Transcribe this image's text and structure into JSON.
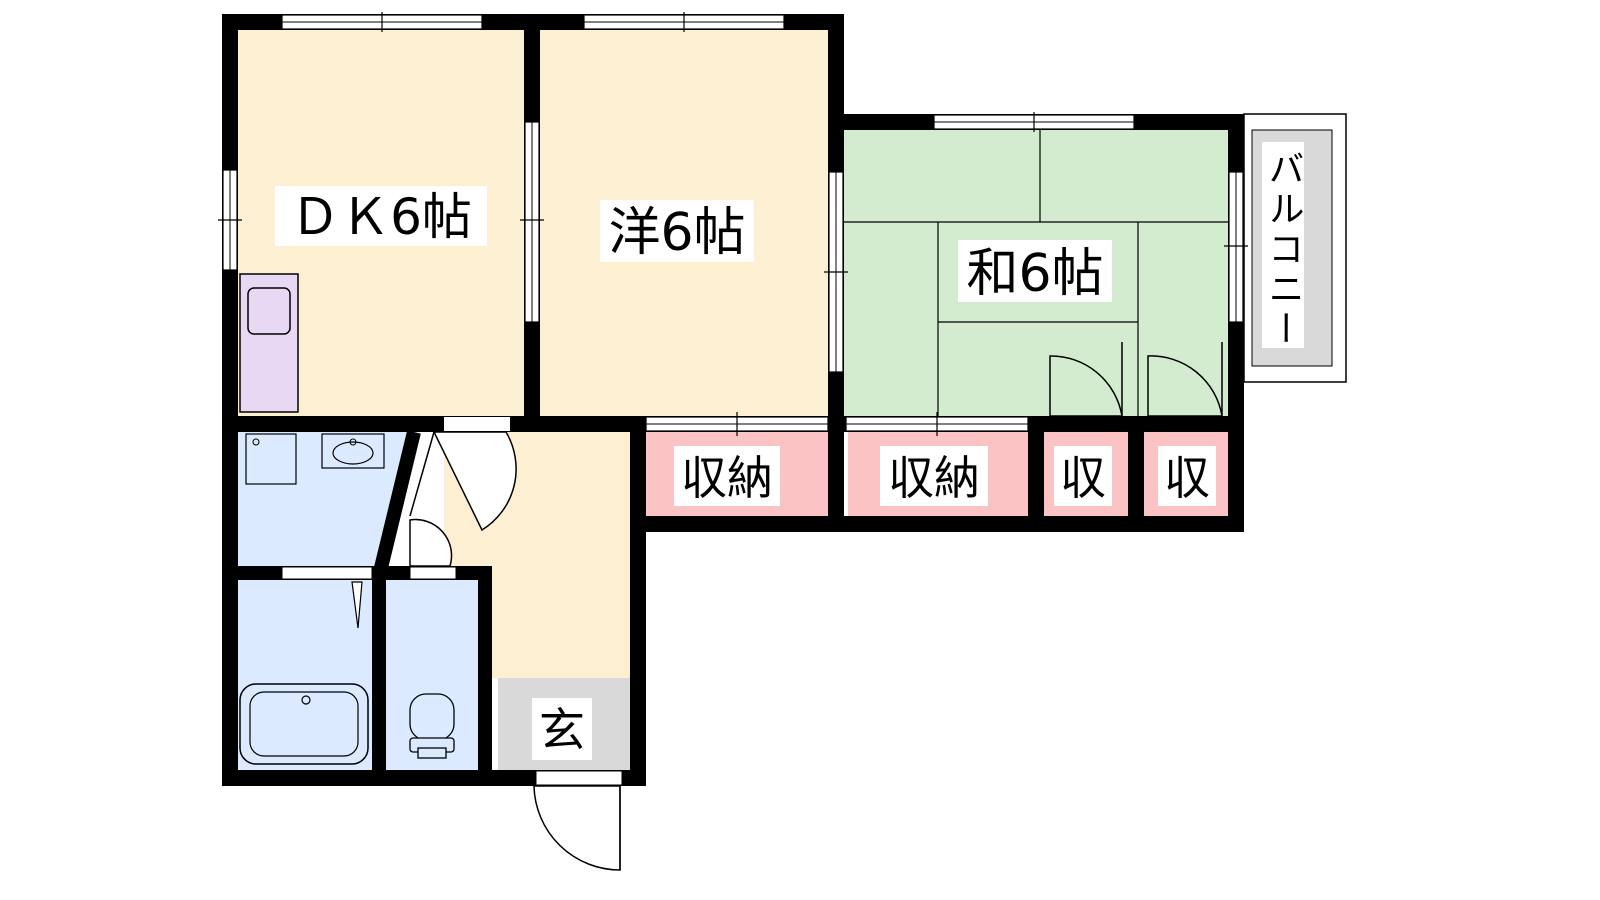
{
  "rooms": {
    "dk": {
      "label": "ＤＫ6帖"
    },
    "western": {
      "label": "洋6帖"
    },
    "japanese": {
      "label": "和6帖"
    },
    "balcony": {
      "label": "バルコニー"
    },
    "storage_1": {
      "label": "収納"
    },
    "storage_2": {
      "label": "収納"
    },
    "storage_3": {
      "label": "収"
    },
    "storage_4": {
      "label": "収"
    },
    "entrance": {
      "label": "玄"
    }
  },
  "colors": {
    "wall": "#000000",
    "living": "#fdf0d2",
    "tatami": "#d3ebcf",
    "storage": "#fbc3c3",
    "wet": "#dbeaff",
    "entrance": "#d9d9d9",
    "kitchen": "#e8d8f3"
  }
}
